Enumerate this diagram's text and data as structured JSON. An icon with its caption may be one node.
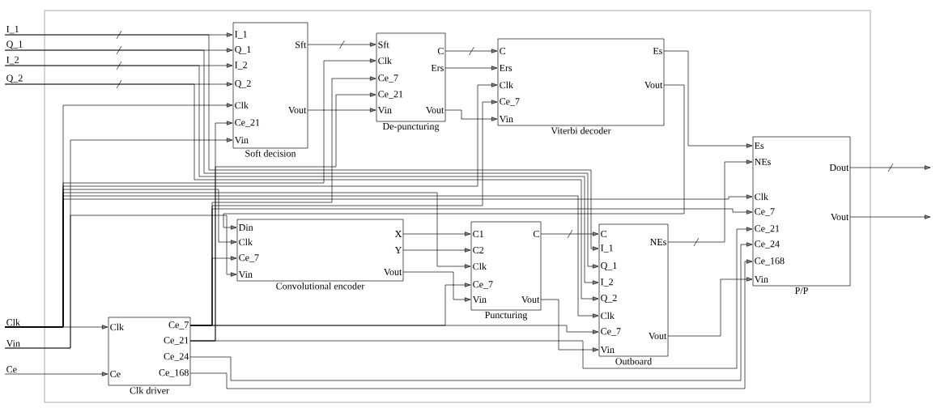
{
  "diagram": {
    "nodes": [
      {
        "text": [
          "I_1"
        ]
      },
      {
        "text": [
          "Q_1"
        ]
      },
      {
        "text": [
          "I_2"
        ]
      },
      {
        "text": [
          "Q_2"
        ]
      },
      {
        "text": [
          "Clk"
        ]
      },
      {
        "text": [
          "Vin"
        ]
      },
      {
        "text": [
          "Ce"
        ]
      },
      {
        "text": [
          "Soft decision"
        ]
      },
      {
        "text": [
          "I_1"
        ],
        "in": 7
      },
      {
        "text": [
          "Q_1"
        ],
        "in": 7
      },
      {
        "text": [
          "I_2"
        ],
        "in": 7
      },
      {
        "text": [
          "Q_2"
        ],
        "in": 7
      },
      {
        "text": [
          "Clk"
        ],
        "in": 7
      },
      {
        "text": [
          "Ce_21"
        ],
        "in": 7
      },
      {
        "text": [
          "Vin"
        ],
        "in": 7
      },
      {
        "text": [
          "Sft"
        ],
        "in": 7
      },
      {
        "text": [
          "Vout"
        ],
        "in": 7
      },
      {
        "text": [
          "De-puncturing"
        ]
      },
      {
        "text": [
          "Sft"
        ],
        "in": 17
      },
      {
        "text": [
          "Clk"
        ],
        "in": 17
      },
      {
        "text": [
          "Ce_7"
        ],
        "in": 17
      },
      {
        "text": [
          "Ce_21"
        ],
        "in": 17
      },
      {
        "text": [
          "Vin"
        ],
        "in": 17
      },
      {
        "text": [
          "C"
        ],
        "in": 17
      },
      {
        "text": [
          "Ers"
        ],
        "in": 17
      },
      {
        "text": [
          "Vout"
        ],
        "in": 17
      },
      {
        "text": [
          "Viterbi decoder"
        ]
      },
      {
        "text": [
          "C"
        ],
        "in": 26
      },
      {
        "text": [
          "Ers"
        ],
        "in": 26
      },
      {
        "text": [
          "Clk"
        ],
        "in": 26
      },
      {
        "text": [
          "Ce_7"
        ],
        "in": 26
      },
      {
        "text": [
          "Vin"
        ],
        "in": 26
      },
      {
        "text": [
          "Es"
        ],
        "in": 26
      },
      {
        "text": [
          "Vout"
        ],
        "in": 26
      },
      {
        "text": [
          "P/P"
        ]
      },
      {
        "text": [
          "Es"
        ],
        "in": 34
      },
      {
        "text": [
          "NEs"
        ],
        "in": 34
      },
      {
        "text": [
          "Clk"
        ],
        "in": 34
      },
      {
        "text": [
          "Ce_7"
        ],
        "in": 34
      },
      {
        "text": [
          "Ce_21"
        ],
        "in": 34
      },
      {
        "text": [
          "Ce_24"
        ],
        "in": 34
      },
      {
        "text": [
          "Ce_168"
        ],
        "in": 34
      },
      {
        "text": [
          "Vin"
        ],
        "in": 34
      },
      {
        "text": [
          "Dout"
        ],
        "in": 34
      },
      {
        "text": [
          "Vout"
        ],
        "in": 34
      },
      {
        "text": [
          "Convolutional encoder"
        ]
      },
      {
        "text": [
          "Din"
        ],
        "in": 45
      },
      {
        "text": [
          "Clk"
        ],
        "in": 45
      },
      {
        "text": [
          "Ce_7"
        ],
        "in": 45
      },
      {
        "text": [
          "Vin"
        ],
        "in": 45
      },
      {
        "text": [
          "X"
        ],
        "in": 45
      },
      {
        "text": [
          "Y"
        ],
        "in": 45
      },
      {
        "text": [
          "Vout"
        ],
        "in": 45
      },
      {
        "text": [
          "Puncturing"
        ]
      },
      {
        "text": [
          "C1"
        ],
        "in": 53
      },
      {
        "text": [
          "C2"
        ],
        "in": 53
      },
      {
        "text": [
          "Clk"
        ],
        "in": 53
      },
      {
        "text": [
          "Ce_7"
        ],
        "in": 53
      },
      {
        "text": [
          "Vin"
        ],
        "in": 53
      },
      {
        "text": [
          "C"
        ],
        "in": 53
      },
      {
        "text": [
          "Vout"
        ],
        "in": 53
      },
      {
        "text": [
          "Outboard"
        ]
      },
      {
        "text": [
          "C"
        ],
        "in": 61
      },
      {
        "text": [
          "I_1"
        ],
        "in": 61
      },
      {
        "text": [
          "Q_1"
        ],
        "in": 61
      },
      {
        "text": [
          "I_2"
        ],
        "in": 61
      },
      {
        "text": [
          "Q_2"
        ],
        "in": 61
      },
      {
        "text": [
          "Clk"
        ],
        "in": 61
      },
      {
        "text": [
          "Ce_7"
        ],
        "in": 61
      },
      {
        "text": [
          "Vin"
        ],
        "in": 61
      },
      {
        "text": [
          "NEs"
        ],
        "in": 61
      },
      {
        "text": [
          "Vout"
        ],
        "in": 61
      },
      {
        "text": [
          "Clk driver"
        ]
      },
      {
        "text": [
          "Clk"
        ],
        "in": 72
      },
      {
        "text": [
          "Ce"
        ],
        "in": 72
      },
      {
        "text": [
          "Ce_7"
        ],
        "in": 72
      },
      {
        "text": [
          "Ce_21"
        ],
        "in": 72
      },
      {
        "text": [
          "Ce_24"
        ],
        "in": 72
      },
      {
        "text": [
          "Ce_168"
        ],
        "in": 72
      }
    ],
    "edges": [
      {
        "from": 0,
        "to": 8,
        "arrow": "to"
      },
      {
        "from": 1,
        "to": 9,
        "arrow": "to"
      },
      {
        "from": 2,
        "to": 10,
        "arrow": "to"
      },
      {
        "from": 3,
        "to": 11,
        "arrow": "to"
      },
      {
        "from": 0,
        "to": 63,
        "arrow": "to"
      },
      {
        "from": 1,
        "to": 64,
        "arrow": "to"
      },
      {
        "from": 2,
        "to": 65,
        "arrow": "to"
      },
      {
        "from": 3,
        "to": 66,
        "arrow": "to"
      },
      {
        "from": 4,
        "to": 73,
        "arrow": "to"
      },
      {
        "from": 4,
        "to": 12,
        "arrow": "to"
      },
      {
        "from": 4,
        "to": 19,
        "arrow": "to"
      },
      {
        "from": 4,
        "to": 29,
        "arrow": "to"
      },
      {
        "from": 4,
        "to": 47,
        "arrow": "to"
      },
      {
        "from": 4,
        "to": 56,
        "arrow": "to"
      },
      {
        "from": 4,
        "to": 67,
        "arrow": "to"
      },
      {
        "from": 4,
        "to": 37,
        "arrow": "to"
      },
      {
        "from": 5,
        "to": 14,
        "arrow": "to"
      },
      {
        "from": 6,
        "to": 74,
        "arrow": "to"
      },
      {
        "from": 75,
        "to": 20,
        "arrow": "to"
      },
      {
        "from": 75,
        "to": 30,
        "arrow": "to"
      },
      {
        "from": 75,
        "to": 48,
        "arrow": "to"
      },
      {
        "from": 75,
        "to": 57,
        "arrow": "to"
      },
      {
        "from": 75,
        "to": 68,
        "arrow": "to"
      },
      {
        "from": 75,
        "to": 38,
        "arrow": "to"
      },
      {
        "from": 76,
        "to": 13,
        "arrow": "to"
      },
      {
        "from": 76,
        "to": 21,
        "arrow": "to"
      },
      {
        "from": 76,
        "to": 39,
        "arrow": "to"
      },
      {
        "from": 77,
        "to": 40,
        "arrow": "to"
      },
      {
        "from": 78,
        "to": 41,
        "arrow": "to"
      },
      {
        "from": 15,
        "to": 18,
        "arrow": "to"
      },
      {
        "from": 16,
        "to": 22,
        "arrow": "to"
      },
      {
        "from": 23,
        "to": 27,
        "arrow": "to"
      },
      {
        "from": 24,
        "to": 28,
        "arrow": "to"
      },
      {
        "from": 25,
        "to": 31,
        "arrow": "to"
      },
      {
        "from": 32,
        "to": 35,
        "arrow": "to"
      },
      {
        "from": 33,
        "to": 46,
        "arrow": "to"
      },
      {
        "from": 50,
        "to": 54,
        "arrow": "to"
      },
      {
        "from": 51,
        "to": 55,
        "arrow": "to"
      },
      {
        "from": 52,
        "to": 58,
        "arrow": "to"
      },
      {
        "from": 59,
        "to": 62,
        "arrow": "to"
      },
      {
        "from": 60,
        "to": 69,
        "arrow": "to"
      },
      {
        "from": 70,
        "to": 36,
        "arrow": "to"
      },
      {
        "from": 71,
        "to": 42,
        "arrow": "to"
      },
      {
        "from": 43,
        "to": null,
        "arrow": "to"
      },
      {
        "from": 44,
        "to": null,
        "arrow": "to"
      },
      {
        "from": 5,
        "to": 49,
        "arrow": "to"
      }
    ]
  }
}
